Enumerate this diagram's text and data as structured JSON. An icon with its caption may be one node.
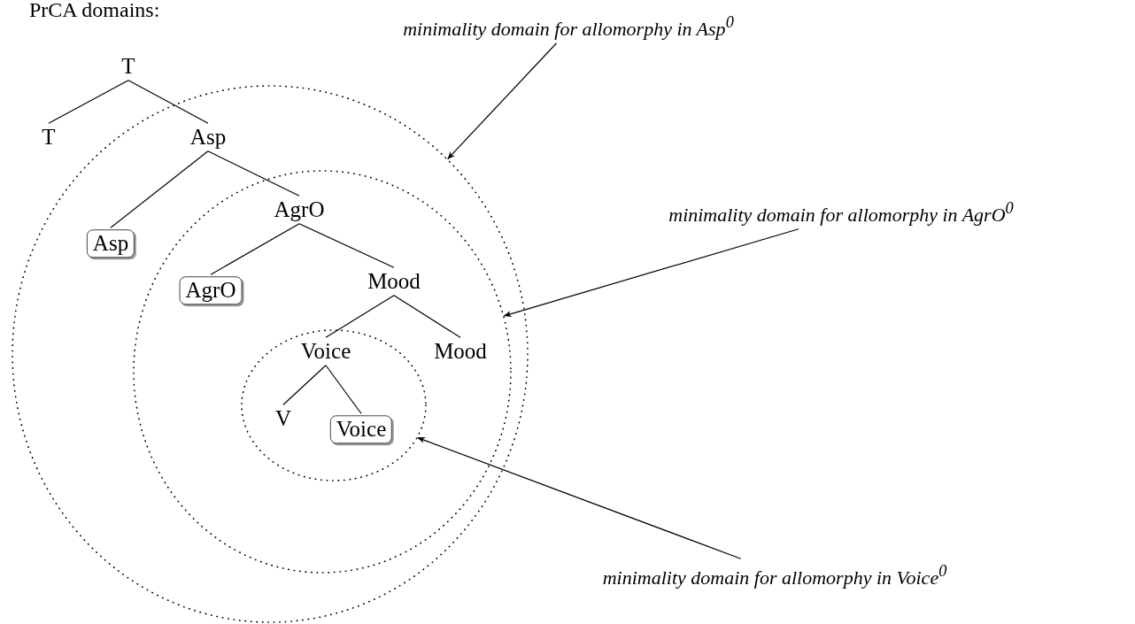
{
  "diagram": {
    "title": "PrCA domains:",
    "nodes": [
      {
        "text": [
          "T"
        ]
      },
      {
        "text": [
          "T"
        ]
      },
      {
        "text": [],
        "shape": "circle"
      },
      {
        "text": [
          "Asp"
        ],
        "in": 2
      },
      {
        "text": [
          "Asp"
        ],
        "in": 2
      },
      {
        "text": [],
        "shape": "circle",
        "in": 2
      },
      {
        "text": [
          "AgrO"
        ],
        "in": 5
      },
      {
        "text": [
          "AgrO"
        ],
        "in": 5
      },
      {
        "text": [
          "Mood"
        ],
        "in": 5
      },
      {
        "text": [],
        "shape": "circle",
        "in": 5
      },
      {
        "text": [
          "Voice"
        ],
        "in": 9
      },
      {
        "text": [
          "Mood"
        ],
        "in": 5
      },
      {
        "text": [
          "V"
        ],
        "in": 9
      },
      {
        "text": [
          "Voice"
        ],
        "in": 9
      },
      {
        "text": [
          "minimality domain for allomorphy in Asp$^{0}$"
        ]
      },
      {
        "text": [
          "minimality domain for allomorphy in AgrO$^{0}$"
        ]
      },
      {
        "text": [
          "minimality domain for allomorphy in Voice$^{0}$"
        ]
      }
    ],
    "edges": [
      {
        "from": 0,
        "to": 1,
        "arrow": "none"
      },
      {
        "from": 0,
        "to": 3,
        "arrow": "none"
      },
      {
        "from": 3,
        "to": 4,
        "arrow": "none"
      },
      {
        "from": 3,
        "to": 6,
        "arrow": "none"
      },
      {
        "from": 6,
        "to": 7,
        "arrow": "none"
      },
      {
        "from": 6,
        "to": 8,
        "arrow": "none"
      },
      {
        "from": 8,
        "to": 10,
        "arrow": "none"
      },
      {
        "from": 8,
        "to": 11,
        "arrow": "none"
      },
      {
        "from": 10,
        "to": 12,
        "arrow": "none"
      },
      {
        "from": 10,
        "to": 13,
        "arrow": "none"
      },
      {
        "from": 14,
        "to": 2,
        "arrow": "to"
      },
      {
        "from": 15,
        "to": 5,
        "arrow": "to"
      },
      {
        "from": 16,
        "to": 9,
        "arrow": "to"
      }
    ]
  }
}
